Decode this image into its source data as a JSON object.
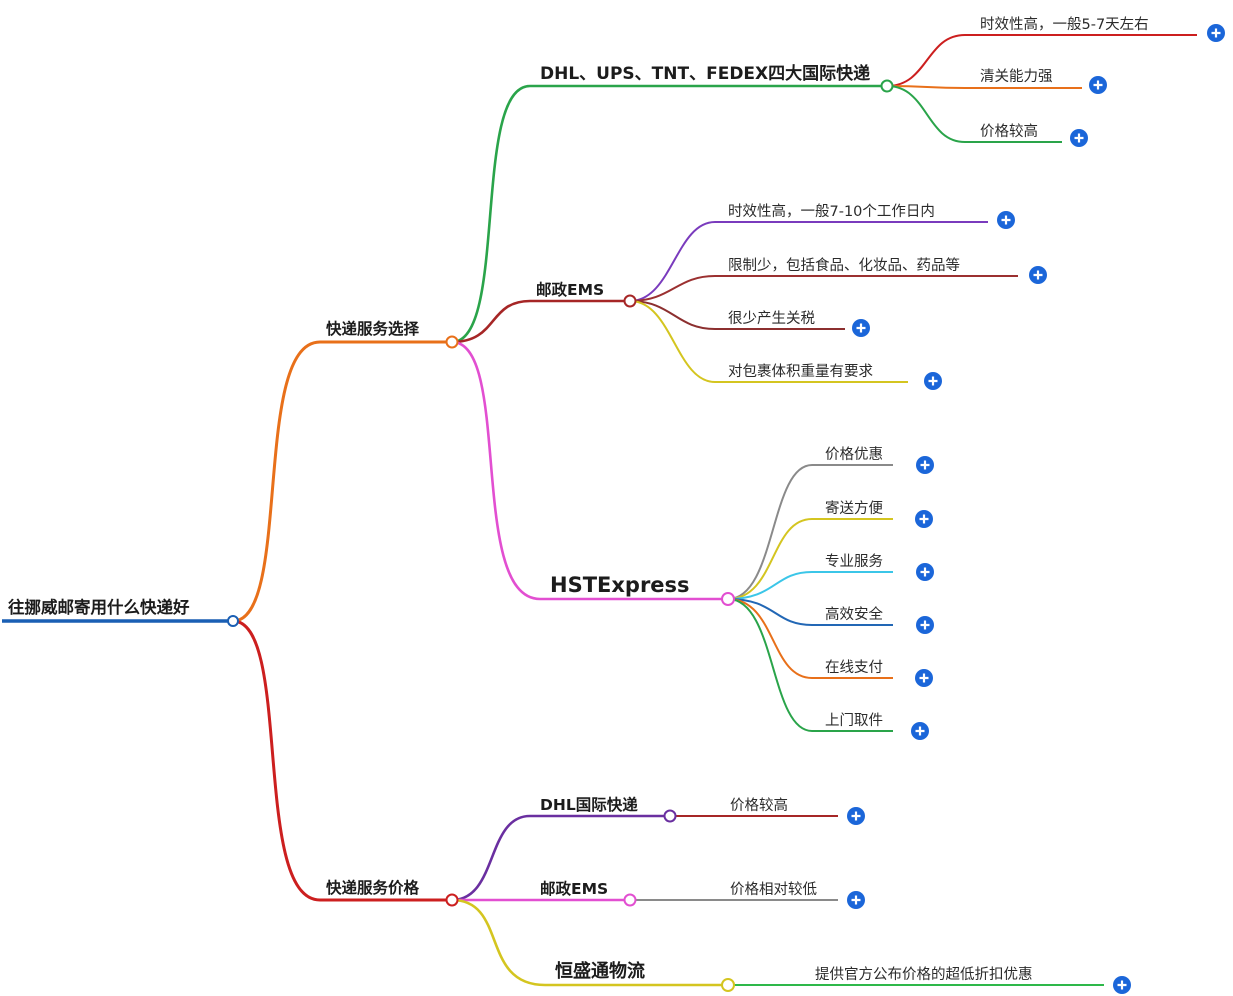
{
  "root": {
    "label": "往挪威邮寄用什么快递好"
  },
  "branches": [
    {
      "label": "快递服务选择",
      "children": [
        {
          "label": "DHL、UPS、TNT、FEDEX四大国际快递",
          "leaves": [
            "时效性高，一般5-7天左右",
            "清关能力强",
            "价格较高"
          ]
        },
        {
          "label": "邮政EMS",
          "leaves": [
            "时效性高，一般7-10个工作日内",
            "限制少，包括食品、化妆品、药品等",
            "很少产生关税",
            "对包裹体积重量有要求"
          ]
        },
        {
          "label": "HSTExpress",
          "leaves": [
            "价格优惠",
            "寄送方便",
            "专业服务",
            "高效安全",
            "在线支付",
            "上门取件"
          ]
        }
      ]
    },
    {
      "label": "快递服务价格",
      "children": [
        {
          "label": "DHL国际快递",
          "leaves": [
            "价格较高"
          ]
        },
        {
          "label": "邮政EMS",
          "leaves": [
            "价格相对较低"
          ]
        },
        {
          "label": "恒盛通物流",
          "leaves": [
            "提供官方公布价格的超低折扣优惠"
          ]
        }
      ]
    }
  ],
  "badge": {
    "symbol": "+"
  },
  "colors": {
    "badge_blue": "#1b66d9",
    "root_blue": "#1a5fb4",
    "orange": "#e8701a",
    "red": "#cc1f1f",
    "green": "#2aa44a",
    "dark_red": "#a62626",
    "brown": "#8c2f2f",
    "purple": "#7a3bbd",
    "magenta": "#e24fd1",
    "yellow": "#d4c520",
    "gray": "#8a8a8a",
    "cyan": "#3bc6e8",
    "leaf_blue": "#2267b5"
  }
}
